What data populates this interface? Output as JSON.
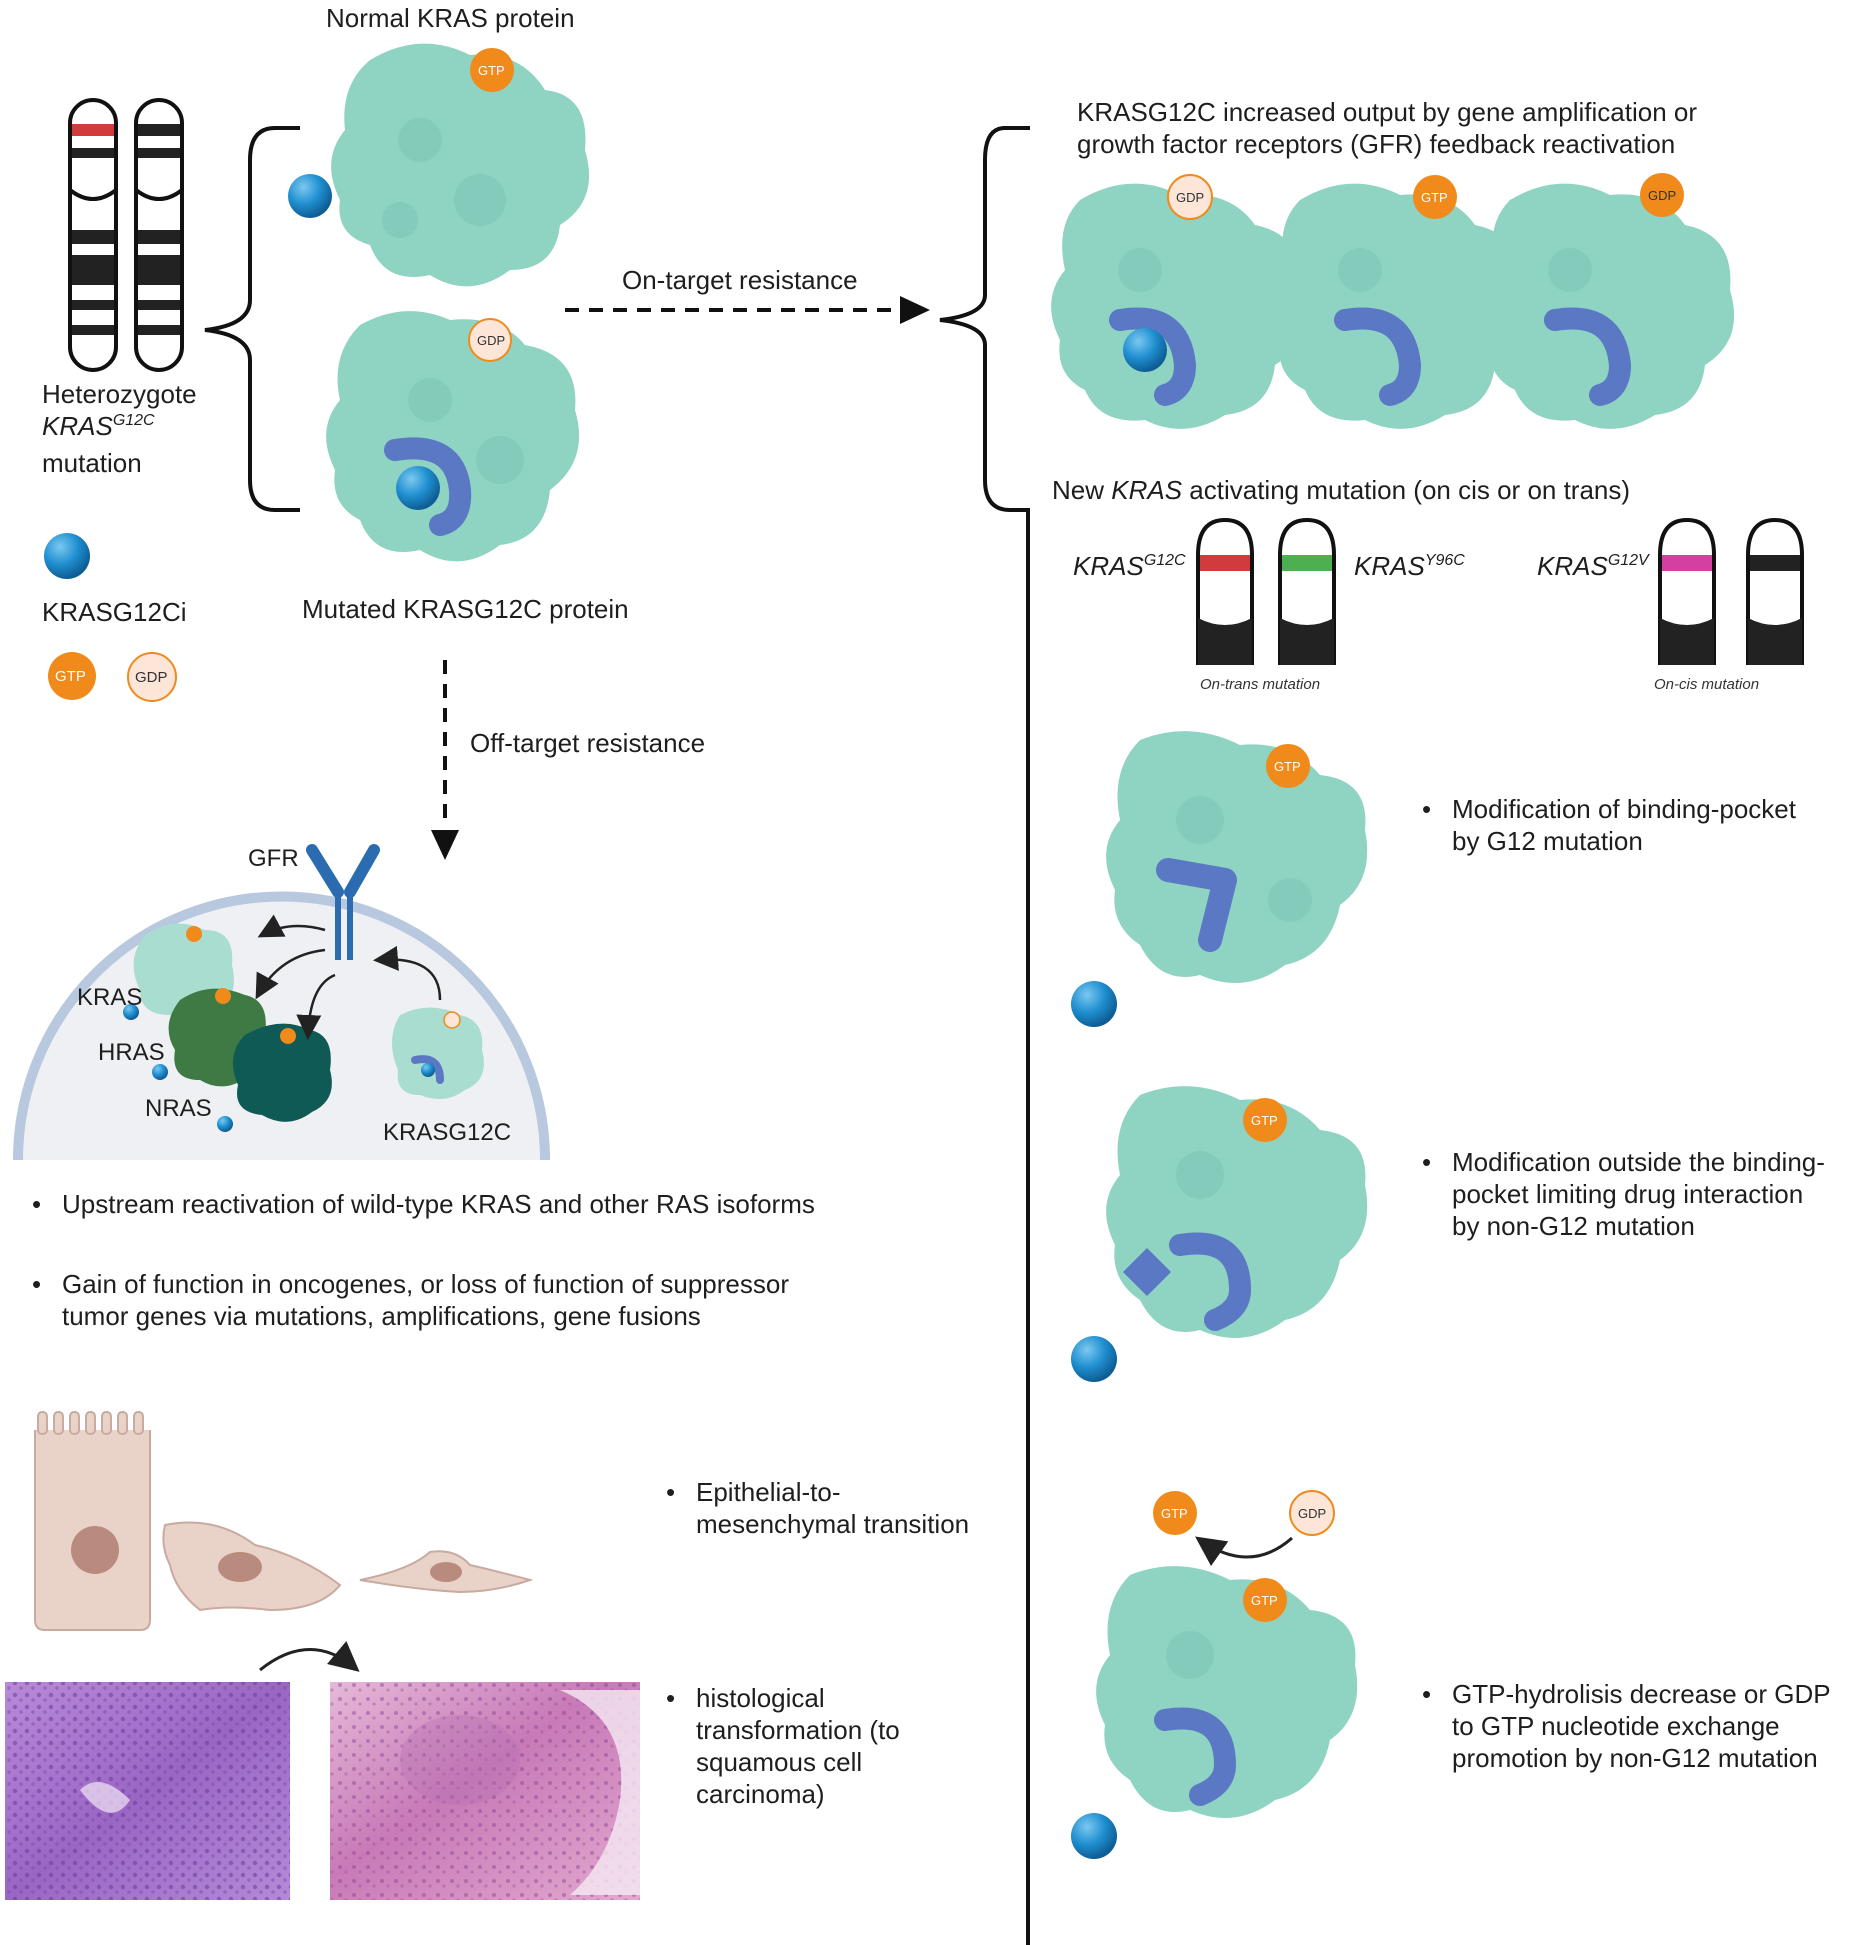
{
  "colors": {
    "protein": "#8fd3c3",
    "protein_dark": "#6fbfae",
    "inhibitor_blue": "#1f8fd0",
    "pocket_purple": "#5b78c4",
    "gtp_orange": "#ef8a1b",
    "gdp_fill": "#fde6d8",
    "hras_green": "#3f7a45",
    "nras_teal": "#0f5a55",
    "cell_membrane": "#b8c8de",
    "cell_fill": "#eef0f4",
    "gfr_blue": "#2b6cb0",
    "red_band": "#d23b3b",
    "green_band": "#4caf50",
    "magenta_band": "#d43fa2",
    "epithelial": "#e9d2c8",
    "histo_purple": "#a36fc8",
    "histo_pink": "#d99bc8"
  },
  "labels": {
    "normal_kras": "Normal KRAS protein",
    "mutated_kras": "Mutated KRASG12C protein",
    "heterozygote_line1": "Heterozygote",
    "heterozygote_kras": "KRAS",
    "heterozygote_sup": "G12C",
    "heterozygote_line3": "mutation",
    "inhibitor_legend": "KRASG12Ci",
    "gtp": "GTP",
    "gdp": "GDP",
    "on_target": "On-target resistance",
    "off_target": "Off-target resistance",
    "amplification_line1": "KRASG12C increased output by gene amplification or",
    "amplification_line2": "growth factor receptors (GFR) feedback reactivation",
    "new_kras_pre": "New ",
    "new_kras_it": "KRAS",
    "new_kras_post": " activating mutation (on cis or on trans)",
    "kras_g12c_base": "KRAS",
    "kras_g12c_sup": "G12C",
    "kras_y96c_base": "KRAS",
    "kras_y96c_sup": "Y96C",
    "kras_g12v_base": "KRAS",
    "kras_g12v_sup": "G12V",
    "on_trans": "On-trans mutation",
    "on_cis": "On-cis mutation",
    "gfr": "GFR",
    "kras": "KRAS",
    "hras": "HRAS",
    "nras": "NRAS",
    "krasg12c": "KRASG12C"
  },
  "bullets": {
    "upstream": "Upstream reactivation of wild-type KRAS and other RAS isoforms",
    "gain_of_function": "Gain of function in oncogenes, or loss of function of suppressor\ntumor genes via mutations, amplifications, gene fusions",
    "emt": "Epithelial-to-\nmesenchymal transition",
    "histological": "histological\ntransformation (to\nsquamous cell\ncarcinoma)",
    "binding_pocket": "Modification of binding-pocket\nby G12 mutation",
    "outside_pocket": "Modification outside the binding-\npocket limiting drug interaction\nby non-G12 mutation",
    "gtp_hydrolysis": "GTP-hydrolisis decrease or GDP\nto GTP nucleotide exchange\npromotion by non-G12 mutation"
  },
  "bullet_char": "•"
}
